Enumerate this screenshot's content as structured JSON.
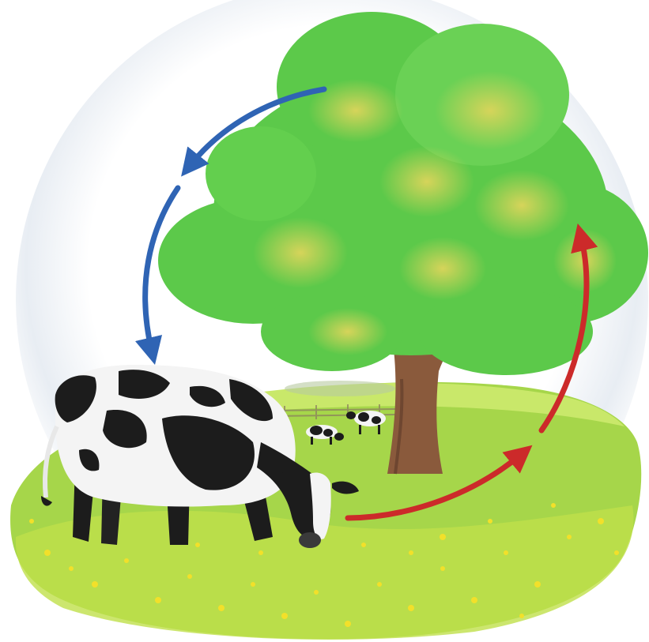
{
  "diagram": {
    "elements": [
      {
        "id": "tree",
        "kind": "tree",
        "icon": "tree-icon"
      },
      {
        "id": "cow-main",
        "kind": "cow",
        "icon": "cow-icon"
      },
      {
        "id": "cow-distant-1",
        "kind": "cow",
        "icon": "cow-icon"
      },
      {
        "id": "cow-distant-2",
        "kind": "cow",
        "icon": "cow-icon"
      },
      {
        "id": "meadow",
        "kind": "grass",
        "icon": "grass-icon"
      }
    ],
    "arrows": [
      {
        "id": "blue-arrow-upper",
        "from": "tree",
        "to": "cow-main",
        "color": "#2f64b4"
      },
      {
        "id": "blue-arrow-lower",
        "from": "tree",
        "to": "cow-main",
        "color": "#2f64b4"
      },
      {
        "id": "red-arrow-lower",
        "from": "cow-main",
        "to": "tree",
        "color": "#cc2a2a"
      },
      {
        "id": "red-arrow-upper",
        "from": "cow-main",
        "to": "tree",
        "color": "#cc2a2a"
      }
    ],
    "colors": {
      "grass": "#a6d64a",
      "grass_light": "#c9e86a",
      "flowers": "#f2e02a",
      "foliage": "#5cc94a",
      "foliage_light": "#c8d860",
      "trunk": "#8a5a3c",
      "cow_black": "#1c1c1c",
      "cow_white": "#f4f4f4",
      "sky_glow": "#e6ecf2"
    }
  }
}
